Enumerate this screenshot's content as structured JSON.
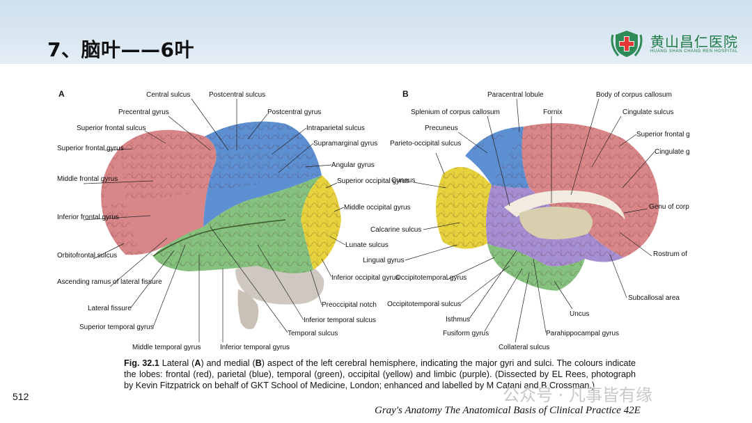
{
  "header": {
    "title": "7、脑叶——6叶",
    "logo_name": "黄山昌仁医院",
    "logo_sub": "HUANG SHAN CHANG REN HOSPITAL",
    "colors": {
      "band": "#d6e5f1",
      "brand": "#1e7a45"
    }
  },
  "figure": {
    "panel_a": "A",
    "panel_b": "B",
    "lobe_colors": {
      "frontal": "#d98689",
      "parietal": "#5d8fd3",
      "temporal": "#84c27e",
      "occipital": "#e6d23c",
      "limbic": "#a58ed2",
      "cerebellum": "#cfc8c0"
    },
    "lateral_labels": [
      "Central sulcus",
      "Postcentral sulcus",
      "Precentral gyrus",
      "Postcentral gyrus",
      "Superior frontal sulcus",
      "Intraparietal sulcus",
      "Superior frontal gyrus",
      "Supramarginal gyrus",
      "Angular gyrus",
      "Middle frontal gyrus",
      "Superior occipital gyrus",
      "Middle occipital gyrus",
      "Inferior frontal gyrus",
      "Lunate sulcus",
      "Orbitofrontal sulcus",
      "Inferior occipital gyrus",
      "Ascending ramus of lateral fissure",
      "Preoccipital notch",
      "Lateral fissure",
      "Inferior temporal sulcus",
      "Superior temporal gyrus",
      "Temporal sulcus",
      "Middle temporal gyrus",
      "Inferior temporal gyrus"
    ],
    "medial_labels": [
      "Paracentral lobule",
      "Body of corpus callosum",
      "Splenium of corpus callosum",
      "Fornix",
      "Cingulate sulcus",
      "Precuneus",
      "Superior frontal gyrus",
      "Parieto-occipital sulcus",
      "Cingulate gyrus",
      "Cuneus",
      "Genu of corpus callosum",
      "Calcarine sulcus",
      "Lingual gyrus",
      "Rostrum of corpus callosum",
      "Occipitotemporal gyrus",
      "Subcallosal area",
      "Occipitotemporal sulcus",
      "Uncus",
      "Isthmus",
      "Fusiform gyrus",
      "Parahippocampal gyrus",
      "Collateral sulcus"
    ]
  },
  "caption": {
    "fig_label": "Fig. 32.1",
    "t1": " Lateral (",
    "a": "A",
    "t2": ") and medial (",
    "b": "B",
    "t3": ") aspect of the left cerebral hemisphere, indicating the major gyri and sulci. The colours indicate the lobes: frontal (red), parietal (blue), temporal (green), occipital (yellow) and limbic (purple). (Dissected by EL Rees, photograph by Kevin Fitzpatrick on behalf of GKT School of Medicine, London; enhanced and labelled by M Catani and B Crossman.)"
  },
  "page_number": "512",
  "source": "Gray's Anatomy The Anatomical Basis of Clinical Practice 42E",
  "watermark": "公众号 · 凡事皆有缘"
}
